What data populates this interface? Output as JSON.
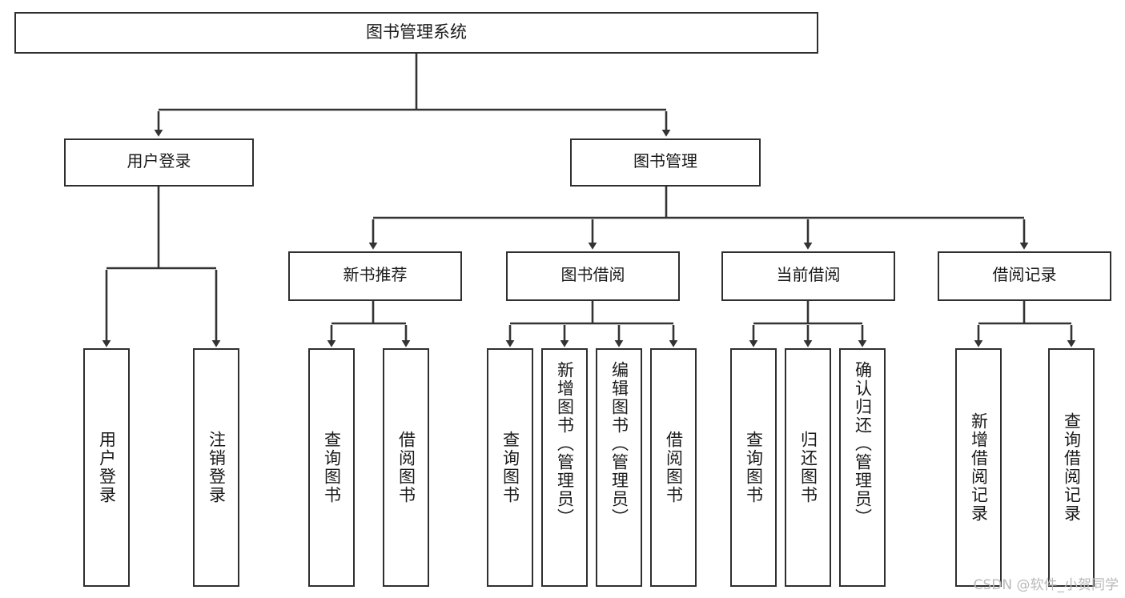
{
  "diagram": {
    "title": "图书管理系统",
    "watermark": "CSDN @软件_小贺同学",
    "type": "tree-hierarchy",
    "colors": {
      "box_border": "#2f2f2f",
      "box_fill": "#ffffff",
      "edge": "#333333",
      "text": "#1a1a1a",
      "watermark": "#b9b9b9",
      "background": "#ffffff"
    },
    "root": {
      "id": "root",
      "label": "图书管理系统"
    },
    "level2": [
      {
        "id": "user-login",
        "label": "用户登录"
      },
      {
        "id": "book-manage",
        "label": "图书管理"
      }
    ],
    "level3": [
      {
        "id": "new-book-rec",
        "label": "新书推荐",
        "parent": "book-manage"
      },
      {
        "id": "book-borrow",
        "label": "图书借阅",
        "parent": "book-manage"
      },
      {
        "id": "current-borrow",
        "label": "当前借阅",
        "parent": "book-manage"
      },
      {
        "id": "borrow-record",
        "label": "借阅记录",
        "parent": "book-manage"
      }
    ],
    "leaves": [
      {
        "id": "leaf-user-login",
        "label": "用户登录",
        "parent": "user-login"
      },
      {
        "id": "leaf-logout",
        "label": "注销登录",
        "parent": "user-login"
      },
      {
        "id": "leaf-query-book-rec",
        "label": "查询图书",
        "parent": "new-book-rec"
      },
      {
        "id": "leaf-borrow-book-rec",
        "label": "借阅图书",
        "parent": "new-book-rec"
      },
      {
        "id": "leaf-query-book-borrow",
        "label": "查询图书",
        "parent": "book-borrow"
      },
      {
        "id": "leaf-add-book",
        "label": "新增图书（管理员）",
        "parent": "book-borrow"
      },
      {
        "id": "leaf-edit-book",
        "label": "编辑图书（管理员）",
        "parent": "book-borrow"
      },
      {
        "id": "leaf-borrow-book",
        "label": "借阅图书",
        "parent": "book-borrow"
      },
      {
        "id": "leaf-query-book-cur",
        "label": "查询图书",
        "parent": "current-borrow"
      },
      {
        "id": "leaf-return-book",
        "label": "归还图书",
        "parent": "current-borrow"
      },
      {
        "id": "leaf-confirm-return",
        "label": "确认归还（管理员）",
        "parent": "current-borrow"
      },
      {
        "id": "leaf-add-record",
        "label": "新增借阅记录",
        "parent": "borrow-record"
      },
      {
        "id": "leaf-query-record",
        "label": "查询借阅记录",
        "parent": "borrow-record"
      }
    ]
  }
}
